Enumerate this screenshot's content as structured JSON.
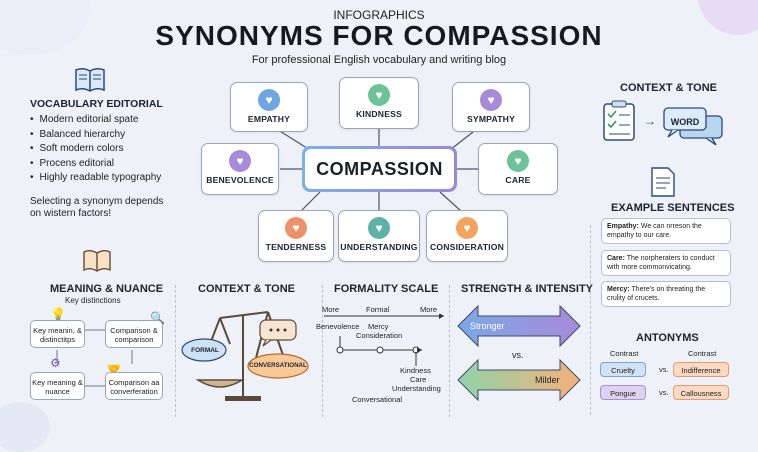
{
  "header": {
    "supertitle": "INFOGRAPHICS",
    "title": "SYNONYMS FOR COMPASSION",
    "subtitle": "For professional English vocabulary and writing blog"
  },
  "left_panel": {
    "title": "VOCABULARY EDITORIAL",
    "items": [
      "Modern editorial spate",
      "Balanced hierarchy",
      "Soft modern colors",
      "Procens editorial",
      "Highly readable typography"
    ],
    "note": "Selecting a synonym depends on wistern factors!"
  },
  "mindmap": {
    "center": "COMPASSION",
    "nodes": [
      {
        "label": "EMPATHY",
        "icon": "head-heart-icon",
        "color": "#6fa6e0"
      },
      {
        "label": "KINDNESS",
        "icon": "hands-heart-icon",
        "color": "#6cc39a"
      },
      {
        "label": "SYMPATHY",
        "icon": "hands-heart-icon",
        "color": "#a78ad8"
      },
      {
        "label": "BENEVOLENCE",
        "icon": "heart-icon",
        "color": "#a78ad8"
      },
      {
        "label": "CARE",
        "icon": "hands-heart-icon",
        "color": "#6cc39a"
      },
      {
        "label": "TENDERNESS",
        "icon": "hand-heart-icon",
        "color": "#f0906a"
      },
      {
        "label": "UNDERSTANDING",
        "icon": "head-heart-icon",
        "color": "#5eb3a8"
      },
      {
        "label": "CONSIDERATION",
        "icon": "hand-heart-icon",
        "color": "#f2a45e"
      }
    ]
  },
  "right_context": {
    "title": "CONTEXT & TONE",
    "word": "WORD"
  },
  "examples": {
    "title": "EXAMPLE SENTENCES",
    "items": [
      {
        "term": "Empathy:",
        "text": "We can nrreson the empathy to our care."
      },
      {
        "term": "Care:",
        "text": "The norpheraters to conduct with more commonvicating."
      },
      {
        "term": "Mercy:",
        "text": "There's on threating the crulity of crucets."
      }
    ]
  },
  "antonyms": {
    "title": "ANTONYMS",
    "col_label": "Contrast",
    "vs": "vs.",
    "rows": [
      {
        "left": "Cruelty",
        "right": "Indifference"
      },
      {
        "left": "Pongue",
        "right": "Callousness"
      }
    ]
  },
  "meaning": {
    "title": "MEANING & NUANCE",
    "subtitle": "Key distinctions",
    "boxes": [
      "Key meanin, & distinctitps",
      "Comparison & comparison",
      "Key meaning & nuance",
      "Comparison aa converferation"
    ]
  },
  "context_tone": {
    "title": "CONTEXT & TONE",
    "formal": "FORMAL",
    "conversational": "CONVERSATIONAL"
  },
  "formality": {
    "title": "FORMALITY SCALE",
    "top_labels": [
      "More",
      "Formal",
      "More"
    ],
    "upper": [
      "Benevolence",
      "Mercy",
      "Consideration"
    ],
    "lower": [
      "Kindness",
      "Care",
      "Understanding",
      "Conversational"
    ]
  },
  "strength": {
    "title": "STRENGTH & INTENSITY",
    "stronger": "Stronger",
    "vs": "vs.",
    "milder": "Milder"
  }
}
